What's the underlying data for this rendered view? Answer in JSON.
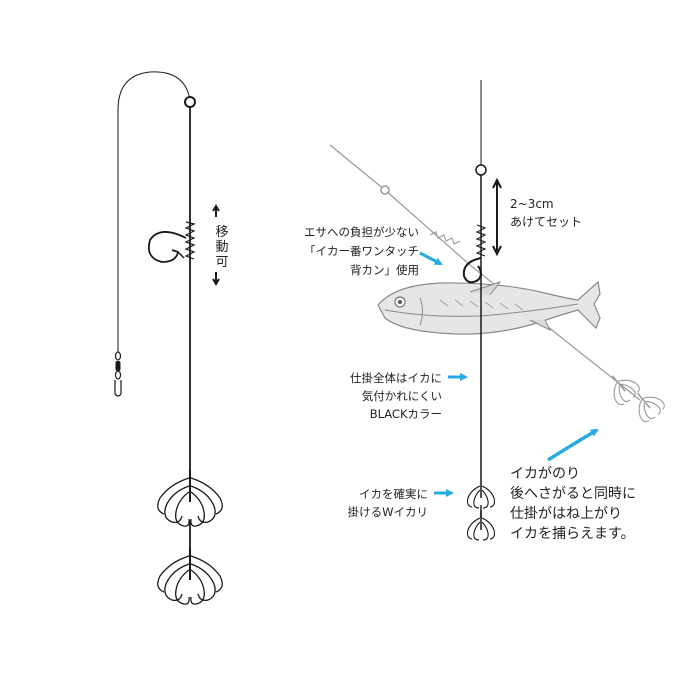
{
  "left_rig": {
    "movable_label": "移動可"
  },
  "right_rig": {
    "gap_label": [
      "2~3cm",
      "あけてセット"
    ],
    "hook_label": [
      "エサへの負担が少ない",
      "「イカー番ワンタッチ",
      "背カン」使用"
    ],
    "color_label": [
      "仕掛全体はイカに",
      "気付かれにくい",
      "BLACKカラー"
    ],
    "double_hook_label": [
      "イカを確実に",
      "掛けるWイカリ"
    ],
    "action_label": [
      "イカがのり",
      "後へさがると同時に",
      "仕掛がはね上がり",
      "イカを捕らえます。"
    ]
  },
  "colors": {
    "line": "#1a1a1a",
    "fish": "#9a9a9a",
    "arrow": "#29abe2",
    "text": "#222222"
  }
}
